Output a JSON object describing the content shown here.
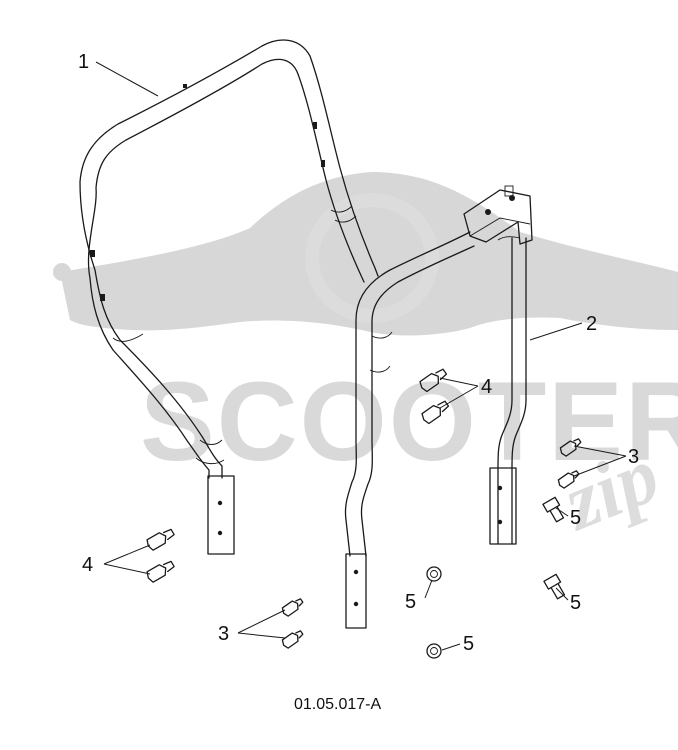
{
  "watermark": {
    "brand_main": "SCOOTER",
    "brand_script": "zip"
  },
  "callouts": {
    "c1": "1",
    "c2": "2",
    "c3a": "3",
    "c3b": "3",
    "c4a": "4",
    "c4b": "4",
    "c5a": "5",
    "c5b": "5",
    "c5c": "5",
    "c5d": "5"
  },
  "drawing_number": "01.05.017-A",
  "colors": {
    "line": "#1a1a1a",
    "watermark": "#d7d7d7"
  }
}
